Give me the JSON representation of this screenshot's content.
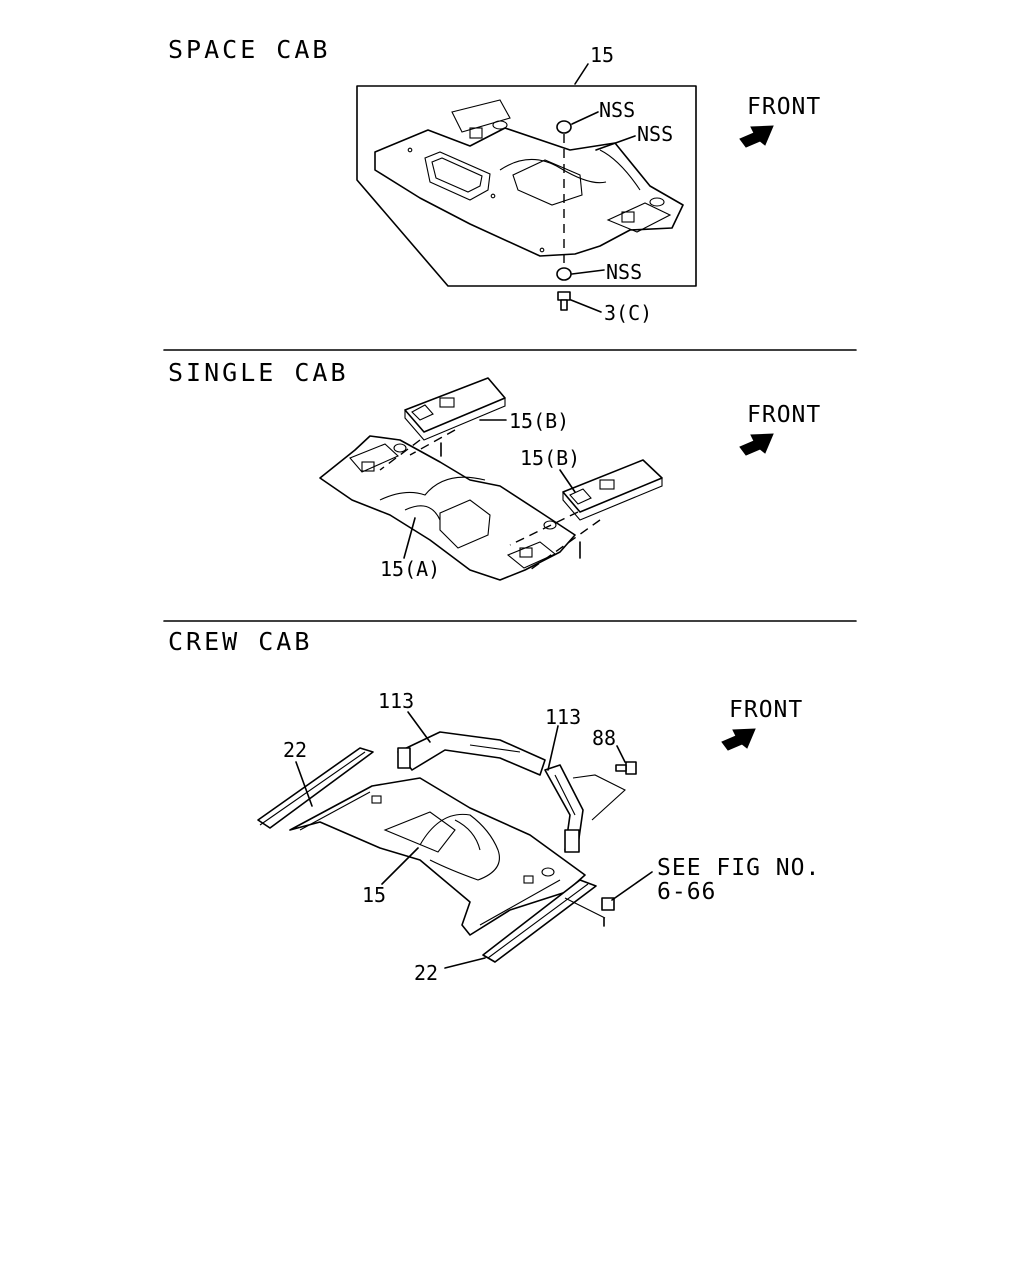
{
  "sections": {
    "space_cab": {
      "title": "SPACE CAB",
      "front": "FRONT",
      "labels": {
        "panel": "15",
        "nss_top": "NSS",
        "nss_mid": "NSS",
        "nss_bottom": "NSS",
        "bolt": "3(C)"
      }
    },
    "single_cab": {
      "title": "SINGLE CAB",
      "front": "FRONT",
      "labels": {
        "panel_b_upper": "15(B)",
        "panel_b_right": "15(B)",
        "panel_a": "15(A)"
      }
    },
    "crew_cab": {
      "title": "CREW CAB",
      "front": "FRONT",
      "labels": {
        "sill_left": "22",
        "bracket_left": "113",
        "bracket_right": "113",
        "bolt": "88",
        "panel": "15",
        "sill_right": "22",
        "see_fig_line1": "SEE FIG NO.",
        "see_fig_line2": "6-66"
      }
    }
  }
}
